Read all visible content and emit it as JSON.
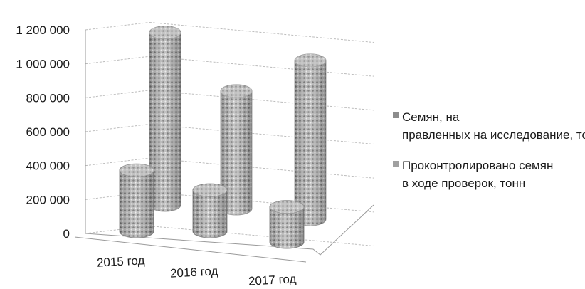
{
  "chart_data": {
    "type": "bar",
    "style": "3d-cylinder",
    "categories": [
      "2015 год",
      "2016 год",
      "2017 год"
    ],
    "series": [
      {
        "name": "Семян, направленных на исследование, тонн",
        "values": [
          400000,
          270000,
          230000
        ]
      },
      {
        "name": "Проконтролировано семян в ходе проверок, тонн",
        "values": [
          1130000,
          770000,
          1040000
        ]
      }
    ],
    "y_ticks": [
      "0",
      "200 000",
      "400 000",
      "600 000",
      "800 000",
      "1 000 000",
      "1 200 000"
    ],
    "ylim": [
      0,
      1200000
    ],
    "grid": true,
    "legend_position": "right",
    "colors": {
      "series_1": "#8c8c8c",
      "series_2": "#a0a0a0"
    }
  }
}
